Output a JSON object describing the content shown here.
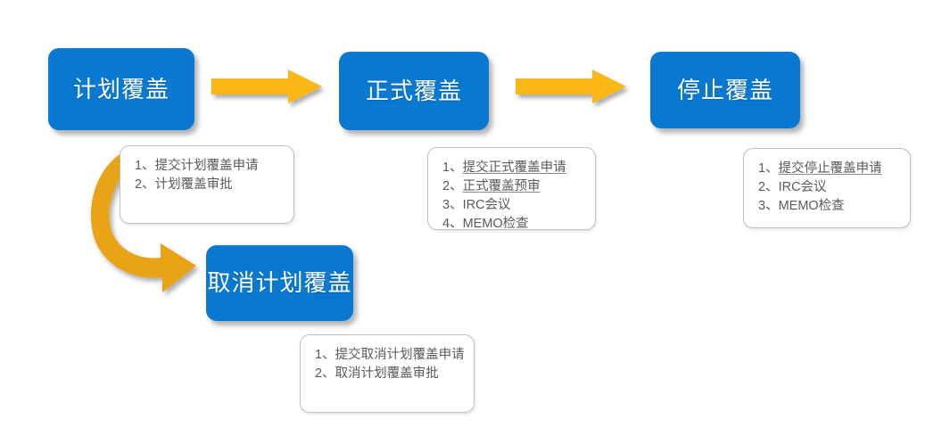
{
  "diagram": {
    "title": "覆盖流程图",
    "colors": {
      "box_blue": "#0878D0",
      "arrow_amber": "#FBB713",
      "curve_amber": "#E8A317",
      "callout_border": "#BFBFBF",
      "callout_text": "#5A5A5A",
      "box_text": "#FFFFFF"
    },
    "nodes": [
      {
        "id": "plan-coverage",
        "label": "计划覆盖",
        "callout": {
          "items": [
            {
              "num": "1、",
              "text": "提交计划覆盖申请",
              "underline": false
            },
            {
              "num": "2、",
              "text": "计划覆盖审批",
              "underline": false
            }
          ]
        }
      },
      {
        "id": "formal-coverage",
        "label": "正式覆盖",
        "callout": {
          "items": [
            {
              "num": "1、",
              "text": "提交正式覆盖申请",
              "underline": true
            },
            {
              "num": "2、",
              "text": "正式覆盖预审",
              "underline": true
            },
            {
              "num": "3、",
              "text": "IRC会议",
              "underline": false
            },
            {
              "num": "4、",
              "text": "MEMO检查",
              "underline": false
            }
          ]
        }
      },
      {
        "id": "stop-coverage",
        "label": "停止覆盖",
        "callout": {
          "items": [
            {
              "num": "1、",
              "text": "提交停止覆盖申请",
              "underline": true
            },
            {
              "num": "2、",
              "text": "IRC会议",
              "underline": false
            },
            {
              "num": "3、",
              "text": "MEMO检查",
              "underline": false
            }
          ]
        }
      },
      {
        "id": "cancel-plan-coverage",
        "label": "取消计划覆盖",
        "callout": {
          "items": [
            {
              "num": "1、",
              "text": "提交取消计划覆盖申请",
              "underline": false
            },
            {
              "num": "2、",
              "text": "取消计划覆盖审批",
              "underline": false
            }
          ]
        }
      }
    ],
    "connectors": [
      {
        "id": "arrow-plan-to-formal",
        "type": "straight-right"
      },
      {
        "id": "arrow-formal-to-stop",
        "type": "straight-right"
      },
      {
        "id": "arrow-plan-to-cancel",
        "type": "curved-down-right"
      }
    ]
  }
}
